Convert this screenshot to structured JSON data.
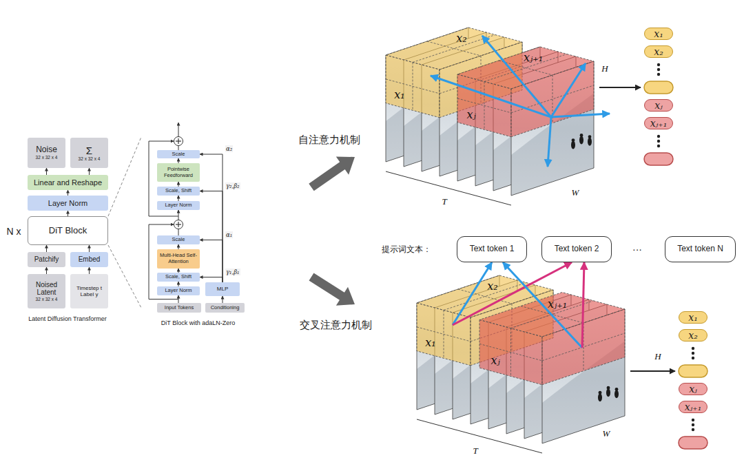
{
  "diagram": {
    "nodes": [
      {
        "text": [
          "Noise",
          "32 x 32 x 4"
        ]
      },
      {
        "text": [
          "Σ",
          "32 x 32 x 4"
        ]
      },
      {
        "text": [
          "Linear and Reshape"
        ]
      },
      {
        "text": [
          "Layer Norm"
        ]
      },
      {
        "text": [
          "DiT Block"
        ]
      },
      {
        "text": [
          "Patchify"
        ]
      },
      {
        "text": [
          "Embed"
        ]
      },
      {
        "text": [
          "Noised Latent",
          "32 x 32 x 4"
        ]
      },
      {
        "text": [
          "Timestep t",
          "Label y"
        ]
      },
      {
        "text": [
          "DiT Block with adaLN-Zero"
        ]
      },
      {
        "text": [
          "Scale"
        ],
        "in": 9
      },
      {
        "text": [
          "Pointwise Feedforward"
        ],
        "in": 9
      },
      {
        "text": [
          "Scale, Shift"
        ],
        "in": 9
      },
      {
        "text": [
          "Layer Norm"
        ],
        "in": 9
      },
      {
        "text": [
          "Scale"
        ],
        "in": 9
      },
      {
        "text": [
          "Multi-Head Self-Attention"
        ],
        "in": 9
      },
      {
        "text": [
          "Scale, Shift"
        ],
        "in": 9
      },
      {
        "text": [
          "Layer Norm"
        ],
        "in": 9
      },
      {
        "text": [
          "Input Tokens"
        ],
        "in": 9
      },
      {
        "text": [
          "MLP"
        ],
        "in": 9
      },
      {
        "text": [
          "Conditioning"
        ],
        "in": 9
      },
      {
        "text": [
          "x₁"
        ]
      },
      {
        "text": [
          "x₂"
        ]
      },
      {
        "text": [
          "xⱼ"
        ]
      },
      {
        "text": [
          "xⱼ₊₁"
        ]
      },
      {
        "text": [
          "Text token 1"
        ]
      },
      {
        "text": [
          "Text token 2"
        ]
      },
      {
        "text": [
          "Text token N"
        ]
      },
      {
        "text": [
          "x₁"
        ]
      },
      {
        "text": [
          "x₂"
        ]
      },
      {
        "text": [
          "xⱼ"
        ]
      },
      {
        "text": [
          "xⱼ₊₁"
        ]
      }
    ],
    "edges": [
      {
        "from": 7,
        "to": 5,
        "arrow": "to"
      },
      {
        "from": 8,
        "to": 6,
        "arrow": "to"
      },
      {
        "from": 5,
        "to": 4,
        "arrow": "to"
      },
      {
        "from": 6,
        "to": 4,
        "arrow": "to"
      },
      {
        "from": 4,
        "to": 3,
        "arrow": "to"
      },
      {
        "from": 3,
        "to": 2,
        "arrow": "to"
      },
      {
        "from": 2,
        "to": 0,
        "arrow": "to"
      },
      {
        "from": 2,
        "to": 1,
        "arrow": "to"
      },
      {
        "from": 18,
        "to": 17,
        "arrow": "to"
      },
      {
        "from": 17,
        "to": 16,
        "arrow": "to"
      },
      {
        "from": 16,
        "to": 15,
        "arrow": "to"
      },
      {
        "from": 15,
        "to": 14,
        "arrow": "to"
      },
      {
        "from": 14,
        "to": 13,
        "arrow": "to"
      },
      {
        "from": 13,
        "to": 12,
        "arrow": "to"
      },
      {
        "from": 12,
        "to": 11,
        "arrow": "to"
      },
      {
        "from": 11,
        "to": 10,
        "arrow": "to"
      },
      {
        "from": 20,
        "to": 19,
        "arrow": "to"
      },
      {
        "from": 19,
        "to": 16,
        "label": "γ₁,β₁",
        "arrow": "to"
      },
      {
        "from": 19,
        "to": 14,
        "label": "α₁",
        "arrow": "to"
      },
      {
        "from": 19,
        "to": 12,
        "label": "γ₂,β₂",
        "arrow": "to"
      },
      {
        "from": 19,
        "to": 10,
        "label": "α₂",
        "arrow": "to"
      }
    ],
    "labels": [
      "N x",
      "Latent Diffusion Transformer",
      "自注意力机制",
      "x₂",
      "x₁",
      "xⱼ₊₁",
      "xⱼ",
      "T",
      "W",
      "H",
      "交叉注意力机制",
      "提示词文本：",
      "···",
      "x₂",
      "x₁",
      "xⱼ₊₁",
      "xⱼ",
      "T",
      "W",
      "H"
    ]
  }
}
